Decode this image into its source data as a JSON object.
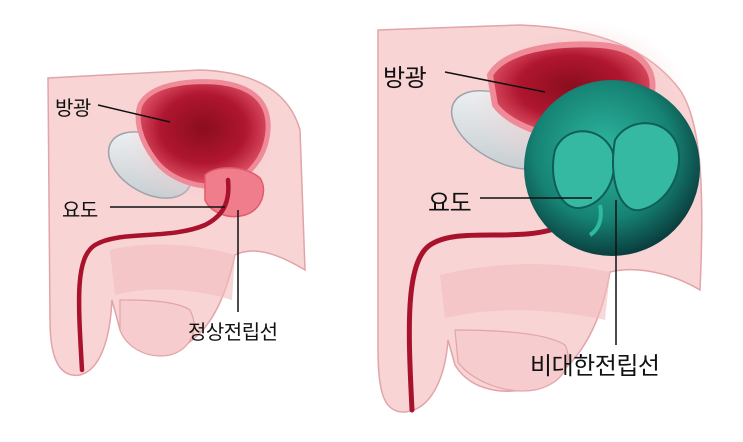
{
  "left_panel": {
    "labels": {
      "bladder": "방광",
      "urethra": "요도",
      "prostate": "정상전립선"
    }
  },
  "right_panel": {
    "labels": {
      "bladder": "방광",
      "urethra": "요도",
      "prostate": "비대한전립선"
    }
  },
  "colors": {
    "skin": "#f8d4d4",
    "skin_dark": "#f0b4b4",
    "bladder": "#b01630",
    "urethra": "#a8122c",
    "prostate_normal": "#f07d8c",
    "prostate_enlarged": "#1f9c8a",
    "bone": "#dfe3e6"
  }
}
